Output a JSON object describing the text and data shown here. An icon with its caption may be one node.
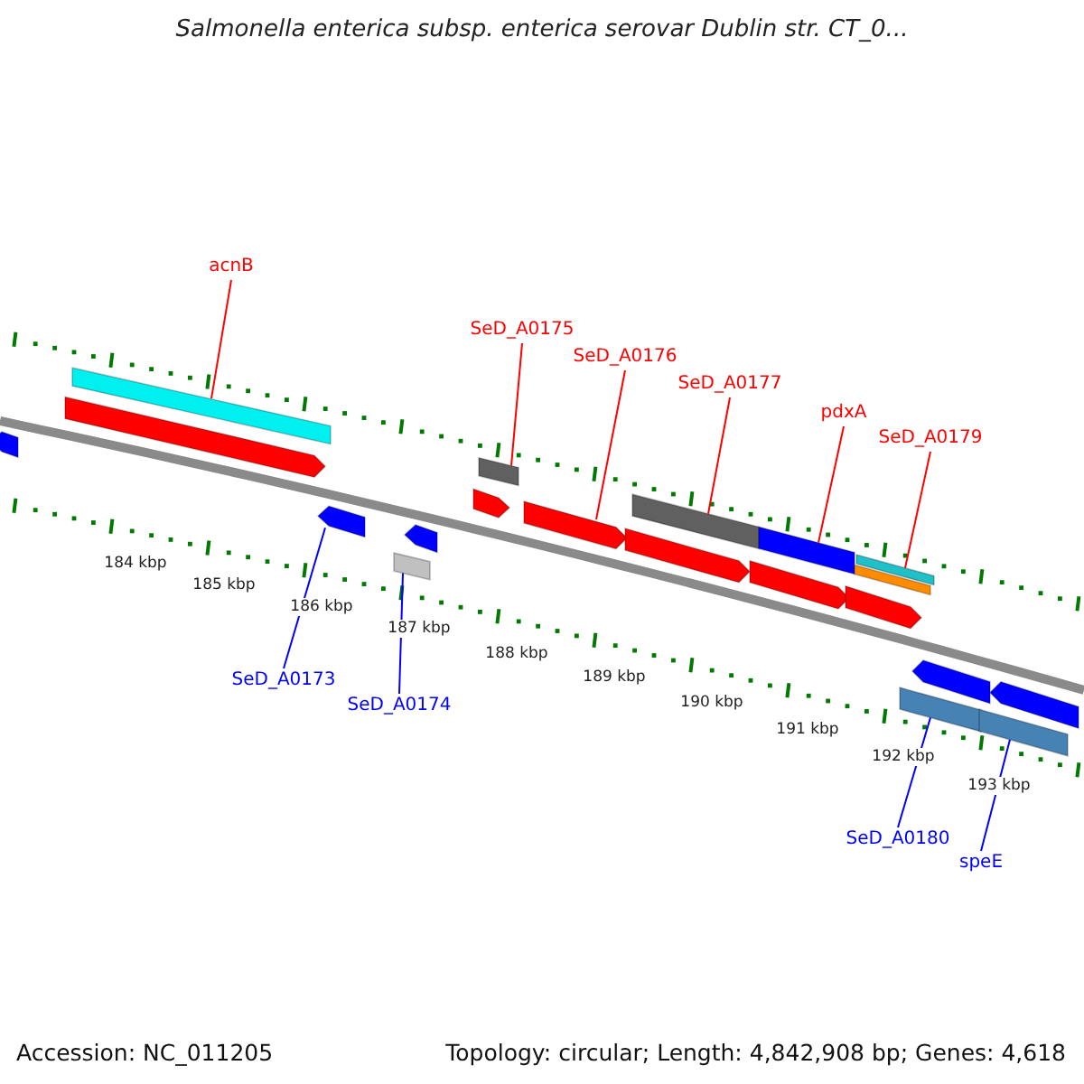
{
  "diagram": {
    "title": "Salmonella enterica subsp. enterica serovar Dublin str. CT_0...",
    "nodes": [
      {
        "text": [
          "acnB"
        ]
      },
      {
        "text": [
          "SeD_A0175"
        ]
      },
      {
        "text": [
          "SeD_A0176"
        ]
      },
      {
        "text": [
          "SeD_A0177"
        ]
      },
      {
        "text": [
          "pdxA"
        ]
      },
      {
        "text": [
          "SeD_A0179"
        ]
      },
      {
        "text": [
          "SeD_A0173"
        ]
      },
      {
        "text": [
          "SeD_A0174"
        ]
      },
      {
        "text": [
          "SeD_A0180"
        ]
      },
      {
        "text": [
          "speE"
        ]
      },
      {
        "text": [],
        "shape": "bar"
      },
      {
        "text": [],
        "shape": "bar"
      },
      {
        "text": [],
        "shape": "bar"
      },
      {
        "text": [],
        "shape": "bar"
      },
      {
        "text": [],
        "shape": "bar"
      },
      {
        "text": [],
        "shape": "bar"
      },
      {
        "text": [],
        "shape": "bar"
      },
      {
        "text": [],
        "shape": "bar"
      },
      {
        "text": [],
        "shape": "bar"
      },
      {
        "text": [],
        "shape": "bar"
      },
      {
        "text": [],
        "shape": "bar"
      },
      {
        "text": [],
        "shape": "bar"
      },
      {
        "text": [],
        "shape": "bar"
      },
      {
        "text": [],
        "shape": "bar"
      },
      {
        "text": [],
        "shape": "bar"
      },
      {
        "text": [],
        "shape": "bar"
      },
      {
        "text": [],
        "shape": "bar"
      },
      {
        "text": [],
        "shape": "bar"
      },
      {
        "text": [],
        "shape": "bar"
      },
      {
        "text": [],
        "shape": "bar"
      }
    ],
    "edges": [
      {
        "from": 0,
        "to": 12,
        "arrow": "none"
      },
      {
        "from": 1,
        "to": 17,
        "arrow": "none"
      },
      {
        "from": 2,
        "to": 18,
        "arrow": "none"
      },
      {
        "from": 3,
        "to": 20,
        "arrow": "none"
      },
      {
        "from": 4,
        "to": 22,
        "arrow": "none"
      },
      {
        "from": 5,
        "to": 25,
        "arrow": "none"
      },
      {
        "from": 6,
        "to": 13,
        "arrow": "none",
        "color": "#0000ff"
      },
      {
        "from": 7,
        "to": 14,
        "arrow": "none",
        "color": "#0000ff"
      },
      {
        "from": 8,
        "to": 26,
        "arrow": "none",
        "color": "#0000ff"
      },
      {
        "from": 9,
        "to": 28,
        "arrow": "none",
        "color": "#0000ff"
      }
    ],
    "labels": [
      "184 kbp",
      "185 kbp",
      "186 kbp",
      "187 kbp",
      "188 kbp",
      "189 kbp",
      "190 kbp",
      "191 kbp",
      "192 kbp",
      "193 kbp",
      "Accession: NC_011205",
      "Topology: circular; Length: 4,842,908 bp; Genes: 4,618"
    ]
  }
}
